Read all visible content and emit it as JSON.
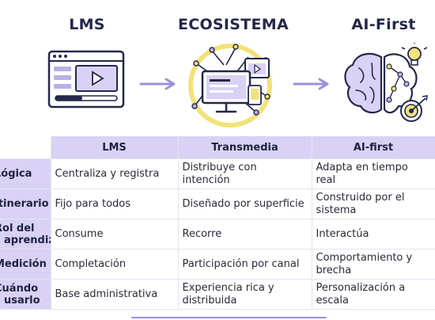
{
  "hero": {
    "titles": [
      "LMS",
      "ECOSISTEMA",
      "AI-First"
    ]
  },
  "table": {
    "headers": [
      "LMS",
      "Transmedia",
      "AI-first"
    ],
    "rows": [
      {
        "label": "Lógica",
        "cells": [
          "Centraliza y registra",
          "Distribuye con intención",
          "Adapta en tiempo real"
        ]
      },
      {
        "label": "Itinerario",
        "cells": [
          "Fijo para todos",
          "Diseñado por superficie",
          "Construido por el sistema"
        ]
      },
      {
        "label": "Rol del aprendiz",
        "cells": [
          "Consume",
          "Recorre",
          "Interactúa"
        ]
      },
      {
        "label": "Medición",
        "cells": [
          "Completación",
          "Participación por canal",
          "Comportamiento y brecha"
        ]
      },
      {
        "label": "Cuándo usarlo",
        "cells": [
          "Base administrativa",
          "Experiencia rica y distribuida",
          "Personalización a escala"
        ]
      }
    ]
  },
  "colors": {
    "accent": "#d9d2f5",
    "title": "#24284a",
    "arrow": "#9b92d8",
    "circle": "#f2e27a"
  }
}
